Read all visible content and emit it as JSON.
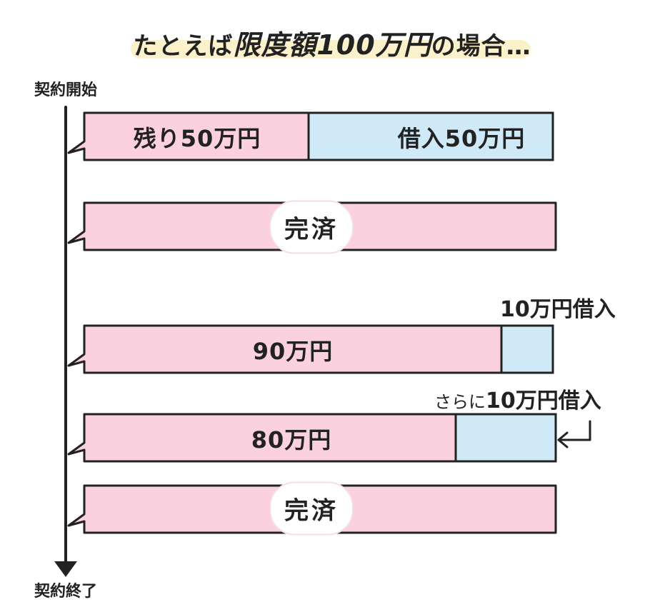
{
  "title": {
    "prefix": "たとえば",
    "emphasis": "限度額100万円",
    "suffix": "の場合…"
  },
  "axis": {
    "start": "契約開始",
    "end": "契約終了"
  },
  "colors": {
    "remaining": "#fbd1e0",
    "borrowed": "#cfe9f6",
    "outline": "#222222",
    "title_highlight": "#fbf1c6"
  },
  "rows": [
    {
      "remaining_label": "残り50万円",
      "borrowed_label": "借入50万円",
      "borrowed_share": 0.5
    },
    {
      "remaining_label": "完済",
      "borrowed_share": 0
    },
    {
      "remaining_label": "90万円",
      "borrowed_share": 0.1,
      "note": "10万円借入"
    },
    {
      "remaining_label": "80万円",
      "borrowed_share": 0.2,
      "note_small": "さらに",
      "note": "10万円借入"
    },
    {
      "remaining_label": "完済",
      "borrowed_share": 0
    }
  ]
}
